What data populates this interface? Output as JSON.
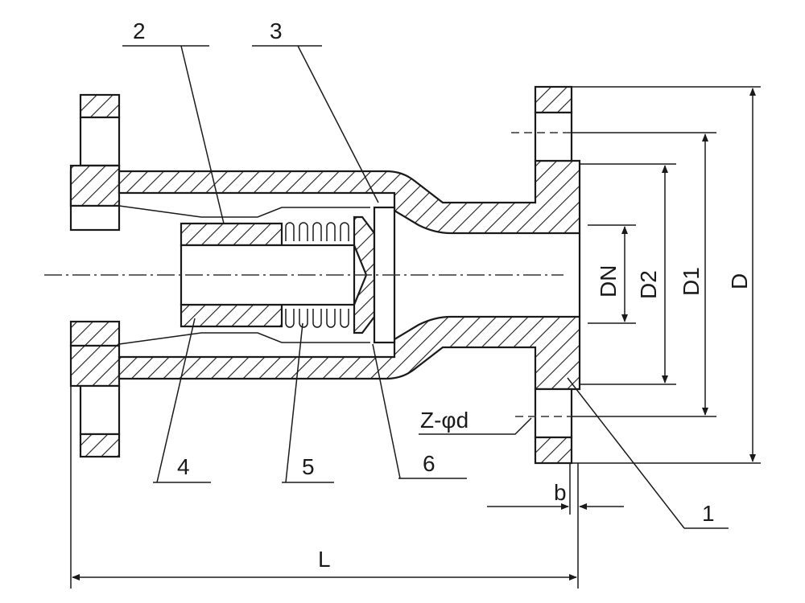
{
  "drawing": {
    "part_labels": [
      "1",
      "2",
      "3",
      "4",
      "5",
      "6"
    ],
    "dimensions": {
      "DN": "DN",
      "D2": "D2",
      "D1": "D1",
      "D": "D",
      "L": "L",
      "b": "b",
      "bolt_holes": "Z-φd"
    }
  }
}
